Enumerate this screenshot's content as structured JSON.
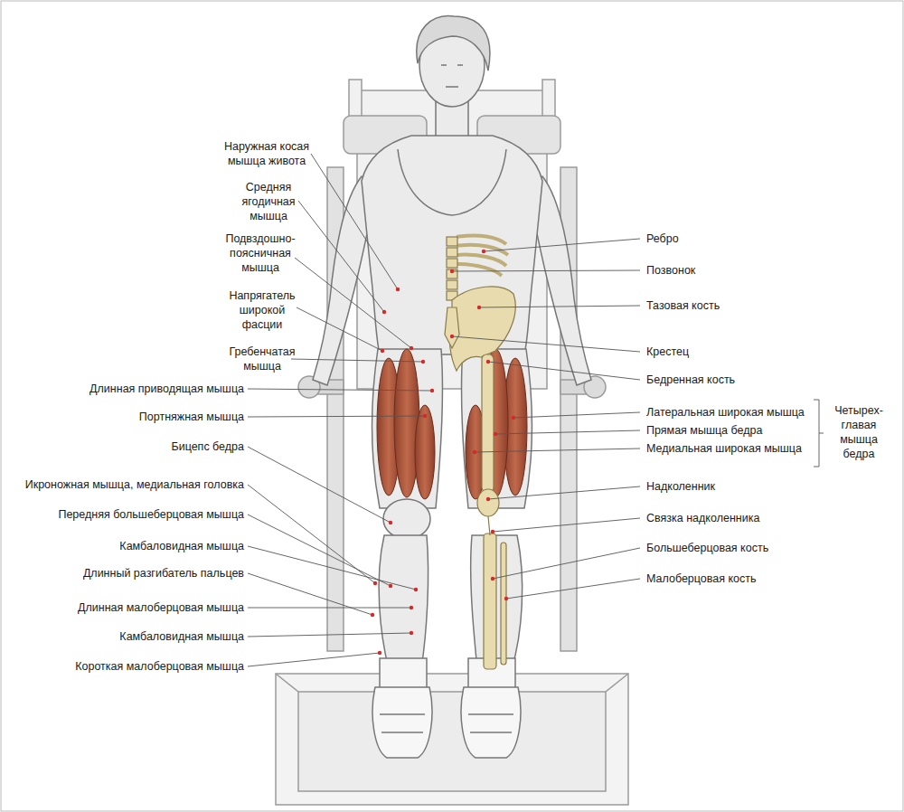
{
  "diagram": {
    "labels": [
      "Наружная косая мышца живота",
      "Средняя ягодичная мышца",
      "Подвздошно-поясничная мышца",
      "Напрягатель широкой фасции",
      "Гребенчатая мышца",
      "Длинная приводящая мышца",
      "Портняжная мышца",
      "Бицепс бедра",
      "Икроножная мышца, медиальная головка",
      "Передняя большеберцовая мышца",
      "Камбаловидная мышца",
      "Длинный разгибатель пальцев",
      "Длинная малоберцовая мышца",
      "Камбаловидная мышца",
      "Короткая малоберцовая мышца",
      "Ребро",
      "Позвонок",
      "Тазовая кость",
      "Крестец",
      "Бедренная кость",
      "Латеральная широкая мышца",
      "Прямая мышца бедра",
      "Медиальная широкая мышца",
      "Четырех-главая мышца бедра",
      "Надколенник",
      "Связка надколенника",
      "Большеберцовая кость",
      "Малоберцовая кость"
    ]
  }
}
